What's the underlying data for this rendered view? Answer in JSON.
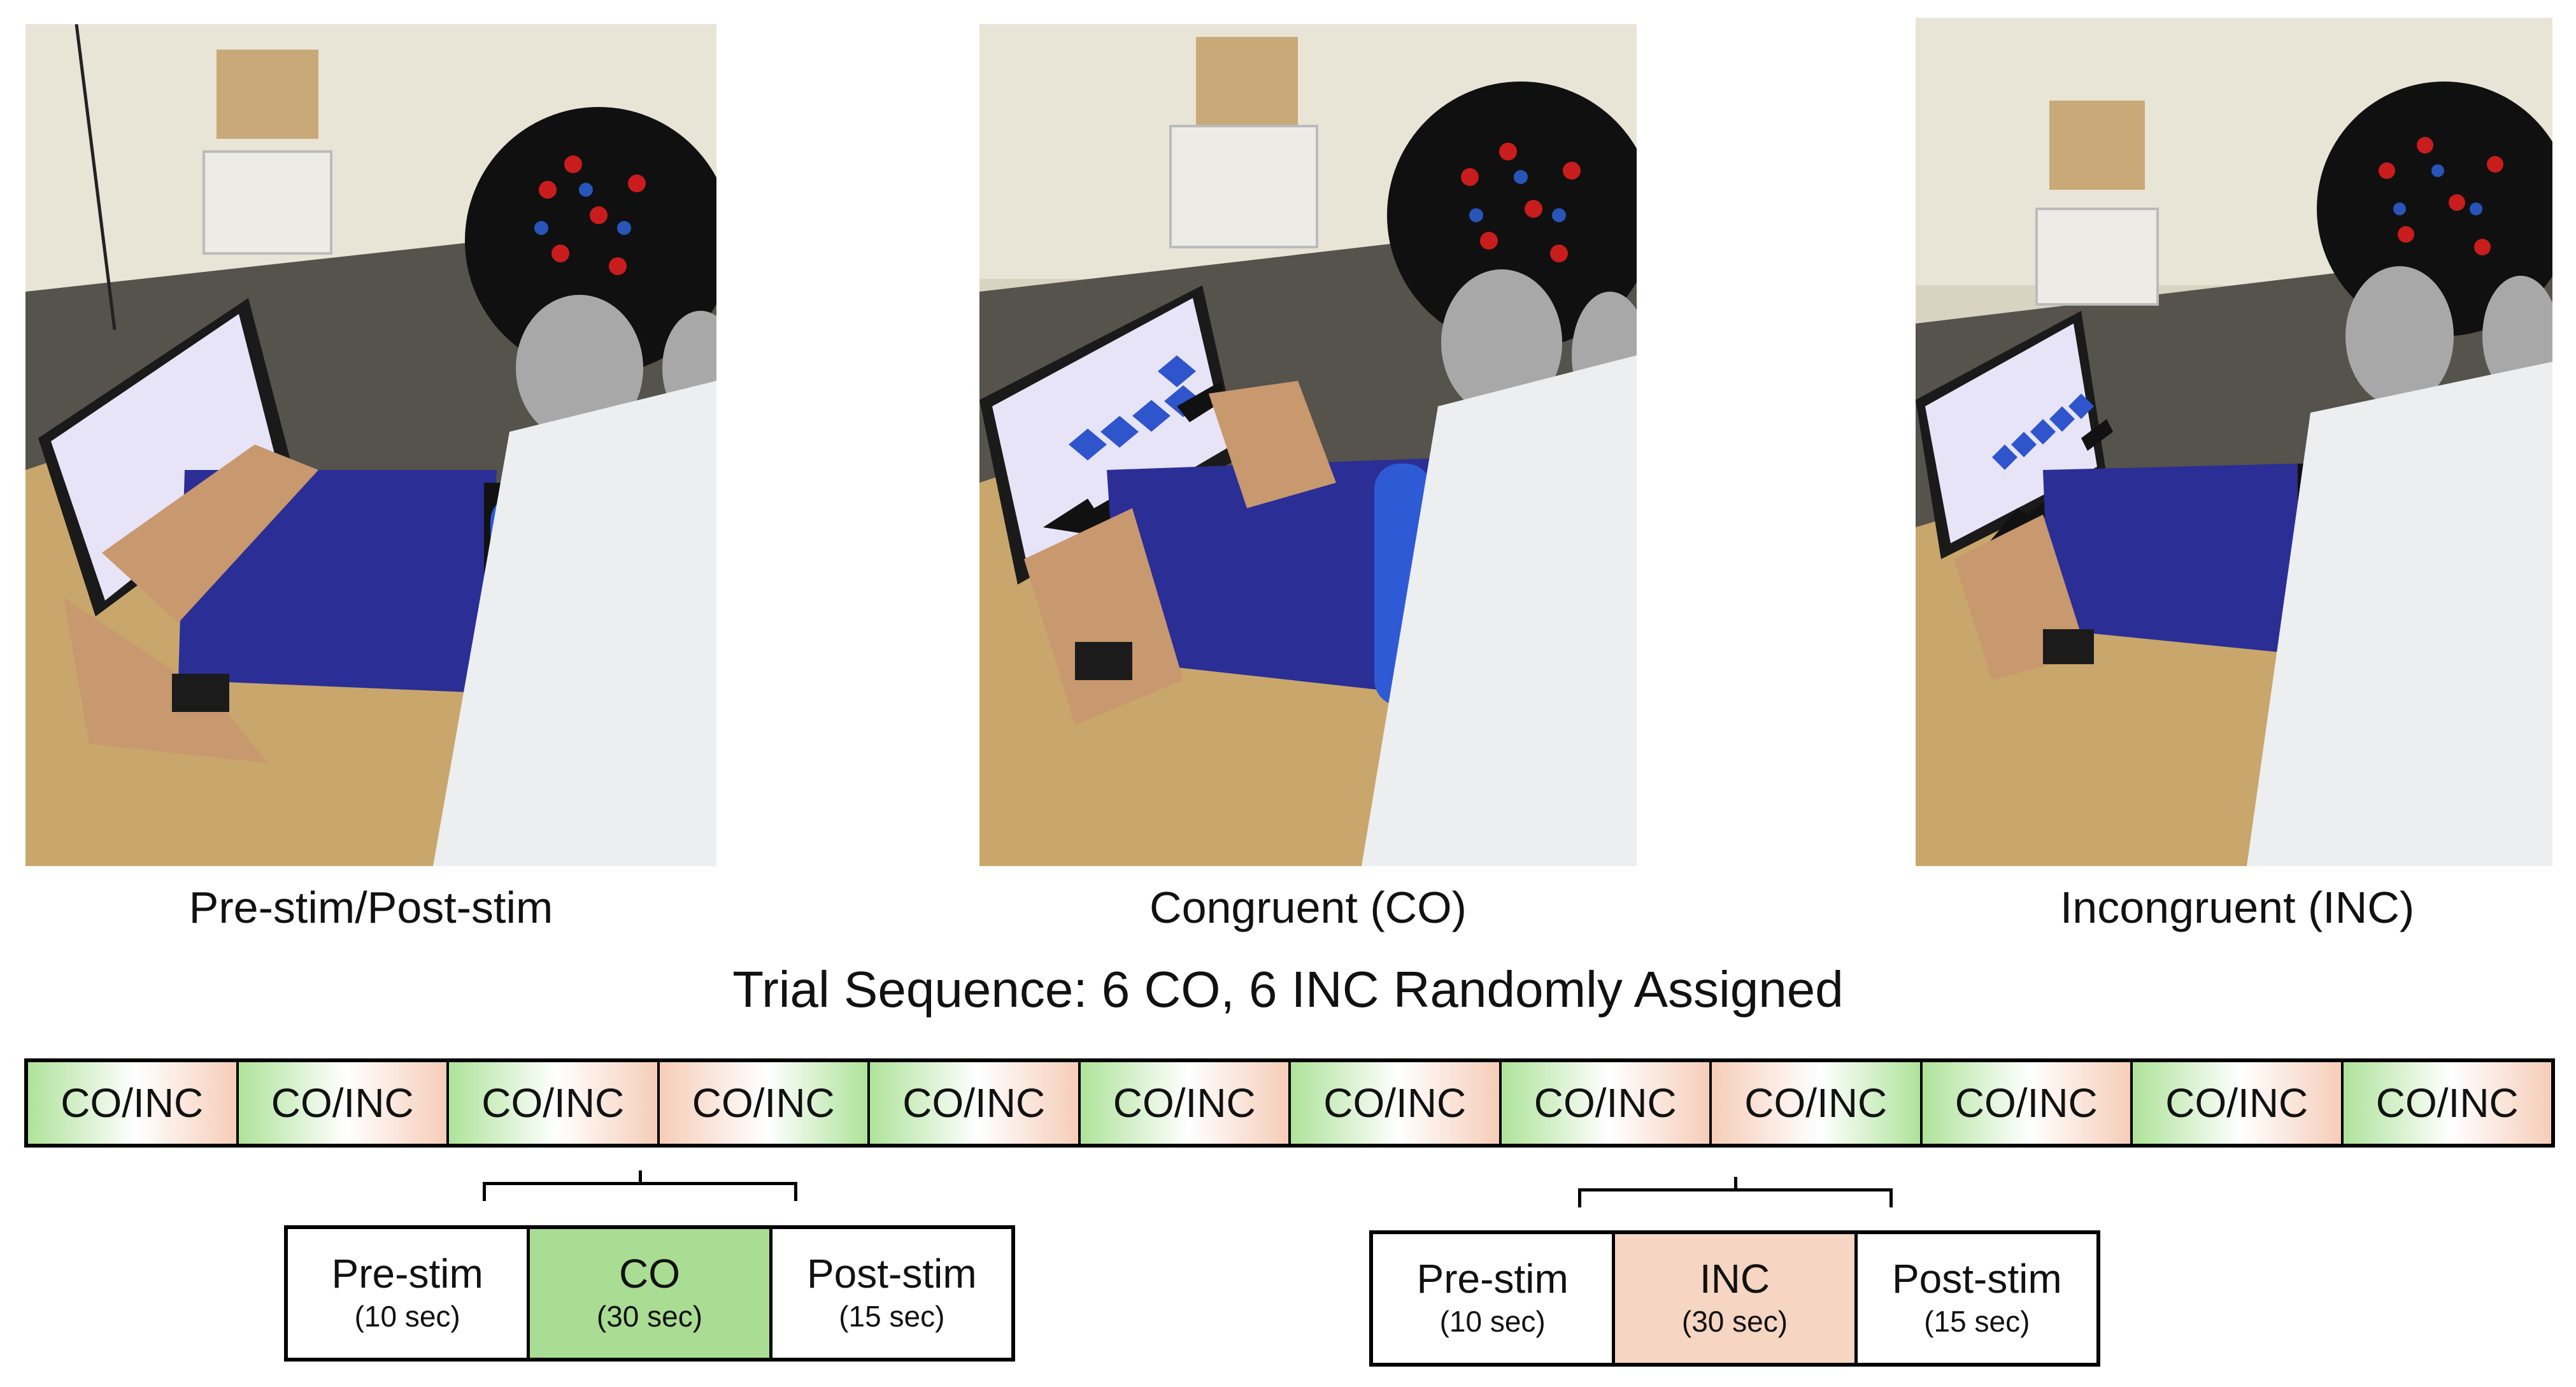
{
  "panels": [
    {
      "caption": "Pre-stim/Post-stim",
      "screen": "blank"
    },
    {
      "caption": "Congruent (CO)",
      "screen": "congruent-arrows"
    },
    {
      "caption": "Incongruent (INC)",
      "screen": "incongruent-arrows"
    }
  ],
  "sequence": {
    "title": "Trial Sequence: 6 CO, 6 INC Randomly Assigned",
    "trials": [
      {
        "label": "CO/INC",
        "gradient": "green-to-orange"
      },
      {
        "label": "CO/INC",
        "gradient": "green-to-orange"
      },
      {
        "label": "CO/INC",
        "gradient": "green-to-orange"
      },
      {
        "label": "CO/INC",
        "gradient": "orange-to-green"
      },
      {
        "label": "CO/INC",
        "gradient": "green-to-orange"
      },
      {
        "label": "CO/INC",
        "gradient": "green-to-orange"
      },
      {
        "label": "CO/INC",
        "gradient": "green-to-orange"
      },
      {
        "label": "CO/INC",
        "gradient": "green-to-orange"
      },
      {
        "label": "CO/INC",
        "gradient": "orange-to-green"
      },
      {
        "label": "CO/INC",
        "gradient": "green-to-orange"
      },
      {
        "label": "CO/INC",
        "gradient": "green-to-orange"
      },
      {
        "label": "CO/INC",
        "gradient": "green-to-orange"
      }
    ]
  },
  "blocks": [
    {
      "segments": [
        {
          "name": "Pre-stim",
          "duration": "(10 sec)",
          "kind": "plain"
        },
        {
          "name": "CO",
          "duration": "(30 sec)",
          "kind": "co"
        },
        {
          "name": "Post-stim",
          "duration": "(15 sec)",
          "kind": "plain"
        }
      ]
    },
    {
      "segments": [
        {
          "name": "Pre-stim",
          "duration": "(10 sec)",
          "kind": "plain"
        },
        {
          "name": "INC",
          "duration": "(30 sec)",
          "kind": "inc"
        },
        {
          "name": "Post-stim",
          "duration": "(15 sec)",
          "kind": "plain"
        }
      ]
    }
  ],
  "colors": {
    "congruent": "#a9dd93",
    "incongruent": "#f6d5c3",
    "border": "#000000"
  }
}
